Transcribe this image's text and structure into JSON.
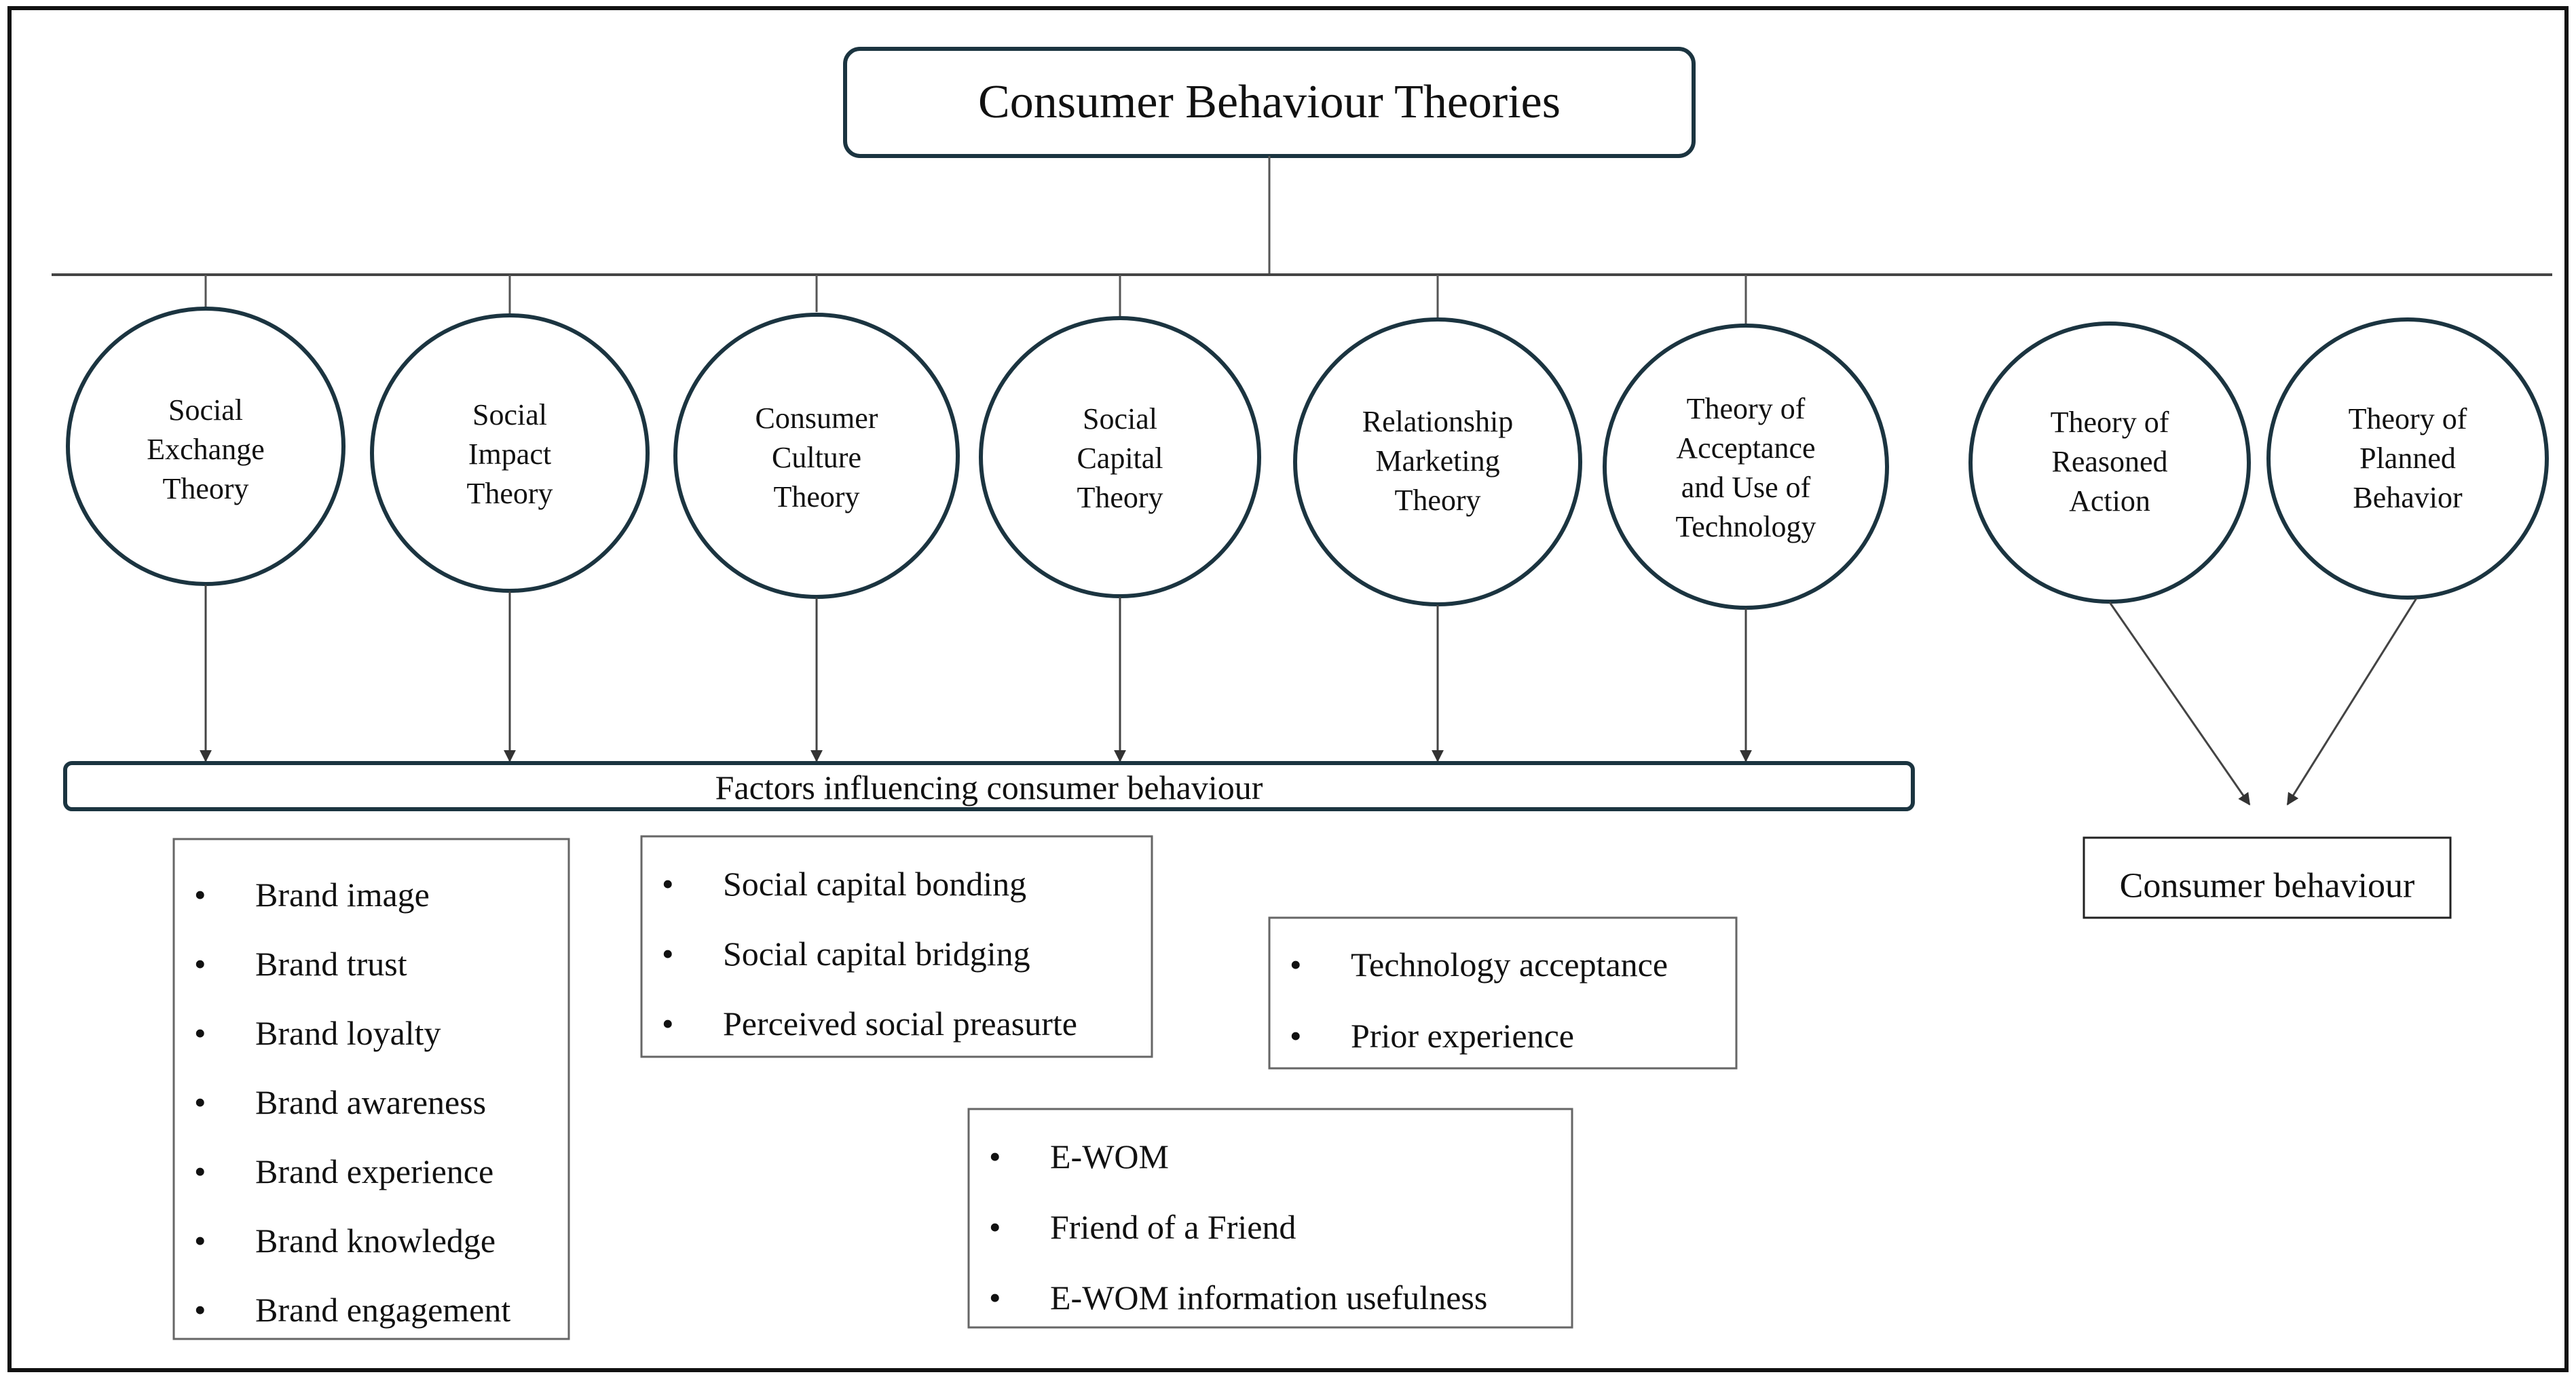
{
  "title": "Consumer Behaviour Theories",
  "theories": [
    {
      "label": [
        "Social",
        "Exchange",
        "Theory"
      ]
    },
    {
      "label": [
        "Social",
        "Impact",
        "Theory"
      ]
    },
    {
      "label": [
        "Consumer",
        "Culture",
        "Theory"
      ]
    },
    {
      "label": [
        "Social",
        "Capital",
        "Theory"
      ]
    },
    {
      "label": [
        "Relationship",
        "Marketing",
        "Theory"
      ]
    },
    {
      "label": [
        "Theory of",
        "Acceptance",
        "and Use of",
        "Technology"
      ]
    },
    {
      "label": [
        "Theory of",
        "Reasoned",
        "Action"
      ]
    },
    {
      "label": [
        "Theory of",
        "Planned",
        "Behavior"
      ]
    }
  ],
  "factors_banner": "Factors influencing consumer behaviour",
  "outcome": "Consumer behaviour",
  "factor_groups": [
    {
      "items": [
        "Brand image",
        "Brand trust",
        "Brand loyalty",
        "Brand awareness",
        "Brand experience",
        "Brand knowledge",
        "Brand engagement"
      ]
    },
    {
      "items": [
        "Social capital bonding",
        "Social capital bridging",
        "Perceived social preasurte"
      ]
    },
    {
      "items": [
        "Technology acceptance",
        "Prior experience"
      ]
    },
    {
      "items": [
        "E-WOM",
        "Friend of a Friend",
        "E-WOM information usefulness"
      ]
    }
  ],
  "colors": {
    "node_stroke": "#1b3440",
    "line": "#444444",
    "frame": "#111111"
  }
}
